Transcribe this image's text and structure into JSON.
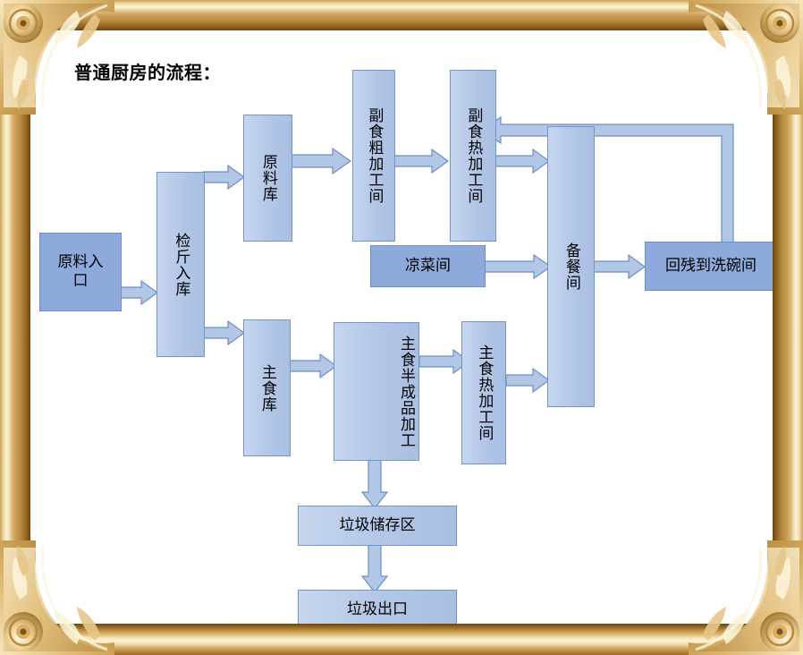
{
  "frame": {
    "style_name": "ornate-gold-picture-frame",
    "accent_color": "#c8a05a"
  },
  "diagram": {
    "title": "普通厨房的流程：",
    "type": "flowchart",
    "colors": {
      "node_light_fill": "#b2c6e6",
      "node_dark_fill": "#8eaadb",
      "node_border": "#7396c8",
      "arrow_fill": "#b2c6e6",
      "arrow_border": "#6d8ec4",
      "text": "#000000",
      "canvas": "#ffffff"
    },
    "nodes": [
      {
        "id": "yuanliao-rukou",
        "label": "原料入口",
        "variant": "dark",
        "orientation": "horizontal"
      },
      {
        "id": "jianjin-ruku",
        "label": "检斤入库",
        "variant": "light",
        "orientation": "vertical"
      },
      {
        "id": "yuanliao-ku",
        "label": "原料库",
        "variant": "light",
        "orientation": "vertical"
      },
      {
        "id": "fushi-cujiagong",
        "label": "副食粗加工间",
        "variant": "light",
        "orientation": "vertical"
      },
      {
        "id": "fushi-rejiagong",
        "label": "副食热加工间",
        "variant": "light",
        "orientation": "vertical"
      },
      {
        "id": "beican-jian",
        "label": "备餐间",
        "variant": "light",
        "orientation": "vertical"
      },
      {
        "id": "huican-xiwan",
        "label": "回残到洗碗间",
        "variant": "dark",
        "orientation": "horizontal"
      },
      {
        "id": "liangcai-jian",
        "label": "凉菜间",
        "variant": "dark",
        "orientation": "horizontal"
      },
      {
        "id": "zhushi-ku",
        "label": "主食库",
        "variant": "light",
        "orientation": "vertical"
      },
      {
        "id": "zhushi-banchengpin",
        "label": "主食半成品加工",
        "variant": "light",
        "orientation": "vertical"
      },
      {
        "id": "zhushi-rejiagong",
        "label": "主食热加工间",
        "variant": "light",
        "orientation": "vertical"
      },
      {
        "id": "laji-chucunqu",
        "label": "垃圾储存区",
        "variant": "light",
        "orientation": "horizontal"
      },
      {
        "id": "laji-chukou",
        "label": "垃圾出口",
        "variant": "light",
        "orientation": "horizontal"
      }
    ],
    "edges": [
      {
        "from": "yuanliao-rukou",
        "to": "jianjin-ruku",
        "direction": "right"
      },
      {
        "from": "jianjin-ruku",
        "to": "yuanliao-ku",
        "direction": "right"
      },
      {
        "from": "jianjin-ruku",
        "to": "zhushi-ku",
        "direction": "right"
      },
      {
        "from": "yuanliao-ku",
        "to": "fushi-cujiagong",
        "direction": "right"
      },
      {
        "from": "fushi-cujiagong",
        "to": "fushi-rejiagong",
        "direction": "right"
      },
      {
        "from": "fushi-rejiagong",
        "to": "beican-jian",
        "direction": "right"
      },
      {
        "from": "liangcai-jian",
        "to": "beican-jian",
        "direction": "right"
      },
      {
        "from": "beican-jian",
        "to": "huican-xiwan",
        "direction": "right"
      },
      {
        "from": "huican-xiwan",
        "to": "fushi-rejiagong",
        "direction": "up-left-return"
      },
      {
        "from": "zhushi-ku",
        "to": "zhushi-banchengpin",
        "direction": "right"
      },
      {
        "from": "zhushi-banchengpin",
        "to": "zhushi-rejiagong",
        "direction": "right"
      },
      {
        "from": "zhushi-rejiagong",
        "to": "beican-jian",
        "direction": "right"
      },
      {
        "from": "zhushi-banchengpin",
        "to": "laji-chucunqu",
        "direction": "down"
      },
      {
        "from": "laji-chucunqu",
        "to": "laji-chukou",
        "direction": "down"
      }
    ]
  }
}
